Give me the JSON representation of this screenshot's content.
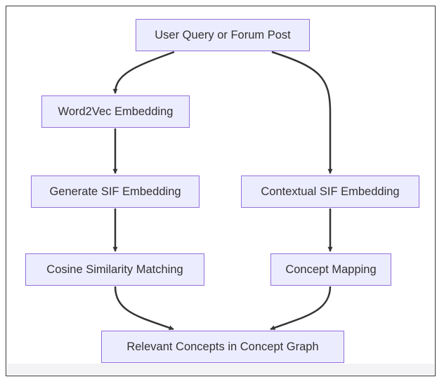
{
  "diagram": {
    "type": "flowchart",
    "colors": {
      "node_fill": "#ececff",
      "node_stroke": "#9370db",
      "edge": "#333333",
      "text": "#333333"
    },
    "nodes": {
      "query": "User Query or Forum Post",
      "w2v": "Word2Vec Embedding",
      "gensif": "Generate SIF Embedding",
      "ctxsif": "Contextual SIF Embedding",
      "cosine": "Cosine Similarity Matching",
      "mapping": "Concept Mapping",
      "relevant": "Relevant Concepts in Concept Graph"
    },
    "edges": [
      {
        "from": "query",
        "to": "w2v"
      },
      {
        "from": "query",
        "to": "ctxsif"
      },
      {
        "from": "w2v",
        "to": "gensif"
      },
      {
        "from": "gensif",
        "to": "cosine"
      },
      {
        "from": "ctxsif",
        "to": "mapping"
      },
      {
        "from": "cosine",
        "to": "relevant"
      },
      {
        "from": "mapping",
        "to": "relevant"
      }
    ]
  }
}
